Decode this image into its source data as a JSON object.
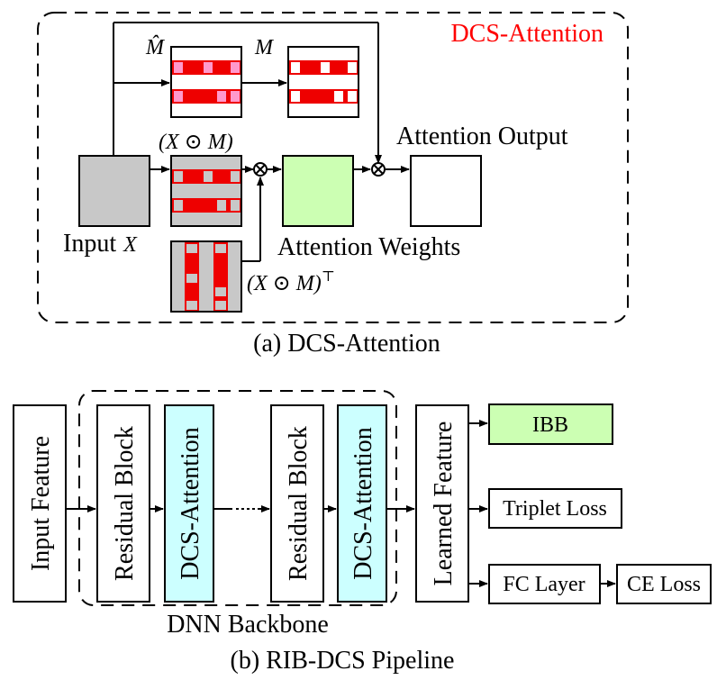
{
  "part_a": {
    "title": "DCS-Attention",
    "caption": "(a) DCS-Attention",
    "mhat_label": "M̂",
    "m_label": "M",
    "xm_label": "(X ⊙ M)",
    "xmt_label": "(X ⊙ M)",
    "xmt_sup": "⊤",
    "input_label_text": "Input",
    "input_label_var": "X",
    "attention_output": "Attention Output",
    "attention_weights": "Attention Weights",
    "multiply_symbol": "⊗",
    "colors": {
      "title_red": "#ff0000",
      "gray": "#c8c8c8",
      "green": "#ccffb3",
      "red": "#ee0000",
      "pink": "#ff99cc"
    }
  },
  "part_b": {
    "caption": "(b) RIB-DCS Pipeline",
    "input_feature": "Input Feature",
    "residual_block_1": "Residual Block",
    "dcs_attention_1": "DCS-Attention",
    "residual_block_2": "Residual Block",
    "dcs_attention_2": "DCS-Attention",
    "learned_feature": "Learned Feature",
    "ibb": "IBB",
    "triplet_loss": "Triplet Loss",
    "fc_layer": "FC Layer",
    "ce_loss": "CE Loss",
    "backbone_label": "DNN Backbone",
    "colors": {
      "cyan": "#ccffff",
      "ibb_green": "#ccffb3"
    }
  }
}
